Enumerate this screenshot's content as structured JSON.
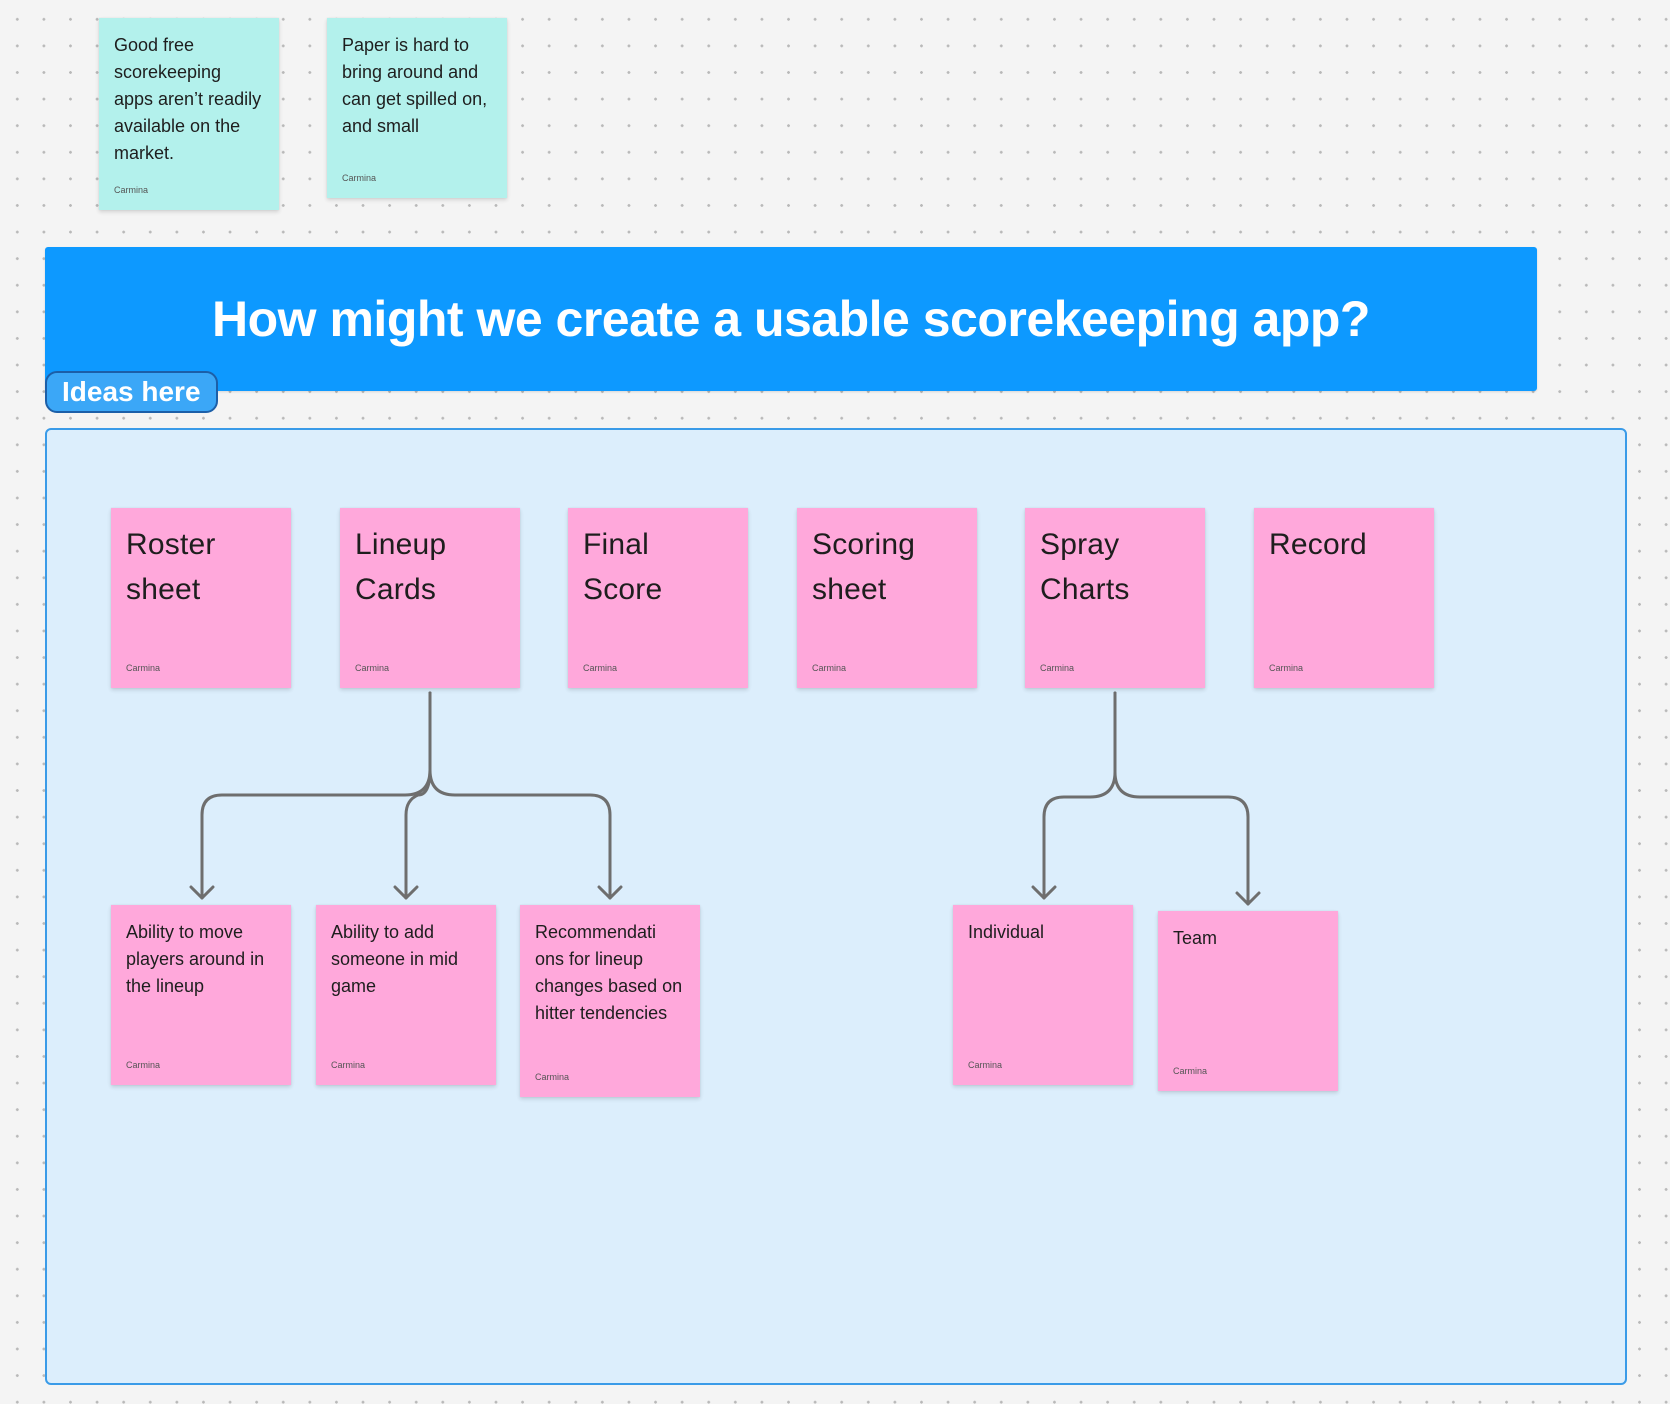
{
  "problem_notes": [
    {
      "text": "Good free scorekeeping apps aren’t readily available on the market.",
      "author": "Carmina"
    },
    {
      "text": "Paper is hard to bring around and can get spilled on, and small",
      "author": "Carmina"
    }
  ],
  "banner": {
    "title": "How might we create a usable scorekeeping app?"
  },
  "section": {
    "label": "Ideas here"
  },
  "categories": [
    {
      "text": "Roster\nsheet",
      "author": "Carmina"
    },
    {
      "text": "Lineup\nCards",
      "author": "Carmina"
    },
    {
      "text": "Final\nScore",
      "author": "Carmina"
    },
    {
      "text": "Scoring\nsheet",
      "author": "Carmina"
    },
    {
      "text": "Spray\nCharts",
      "author": "Carmina"
    },
    {
      "text": "Record",
      "author": "Carmina"
    }
  ],
  "lineup_ideas": [
    {
      "text": "Ability to move players around in the lineup",
      "author": "Carmina"
    },
    {
      "text": "Ability to add someone in mid game",
      "author": "Carmina"
    },
    {
      "text": "Recommendati\nons for lineup changes based on hitter tendencies",
      "author": "Carmina"
    }
  ],
  "spray_ideas": [
    {
      "text": "Individual",
      "author": "Carmina"
    },
    {
      "text": "Team",
      "author": "Carmina"
    }
  ],
  "colors": {
    "canvas": "#f4f4f4",
    "banner": "#0d99ff",
    "section_fill": "#dceefc",
    "section_border": "#3a9be8",
    "sticky_teal": "#b3f1ec",
    "sticky_pink": "#ffa8db",
    "connector": "#6e6e6e"
  }
}
